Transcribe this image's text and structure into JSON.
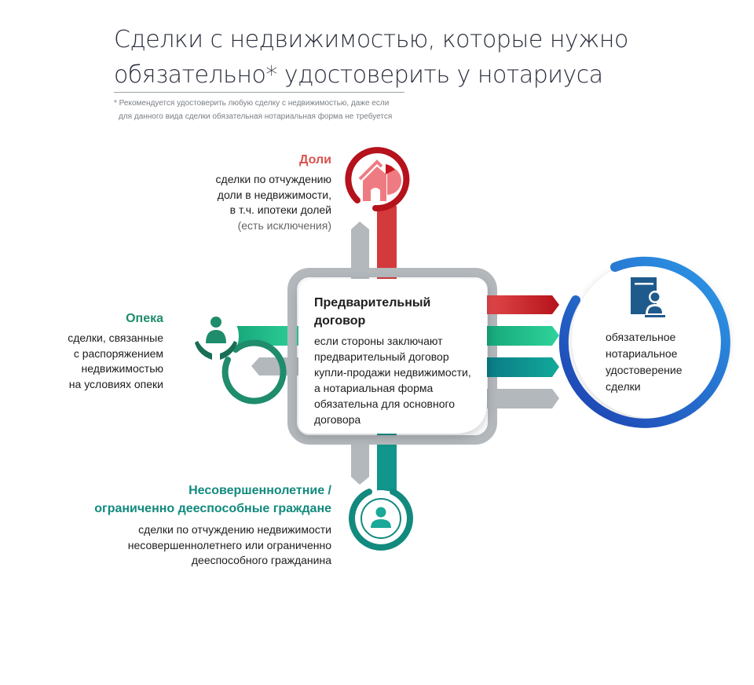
{
  "header": {
    "title_line1": "Сделки с недвижимостью, которые нужно",
    "title_line2": "обязательно* удостоверить у нотариуса",
    "footnote_line1": "* Рекомендуется удостоверить любую сделку с недвижимостью, даже если",
    "footnote_line2": "для данного вида сделки обязательная нотариальная форма не требуется"
  },
  "shares": {
    "title": "Доли",
    "lines": [
      "сделки по отчуждению",
      "доли в недвижимости,",
      "в т.ч. ипотеки долей"
    ],
    "note": "(есть исключения)",
    "icon": "house-pie-icon",
    "color": "#d9534f"
  },
  "guardianship": {
    "title": "Опека",
    "lines": [
      "сделки, связанные",
      "с распоряжением",
      "недвижимостью",
      "на условиях опеки"
    ],
    "icon": "hands-person-icon",
    "color": "#1f8c6c"
  },
  "minors": {
    "title_line1": "Несовершеннолетние /",
    "title_line2": "ограниченно дееспособные граждане",
    "lines": [
      "сделки по отчуждению недвижимости",
      "несовершеннолетнего или ограниченно",
      "дееспособного гражданина"
    ],
    "icon": "person-icon",
    "color": "#128a7e"
  },
  "preliminary": {
    "title_line1": "Предварительный",
    "title_line2": "договор",
    "lines": [
      "если стороны заключают",
      "предварительный договор",
      "купли-продажи недвижимости,",
      "а нотариальная форма",
      "обязательна для основного",
      "договора"
    ]
  },
  "result": {
    "lines": [
      "обязательное",
      "нотариальное",
      "удостоверение",
      "сделки"
    ],
    "icon": "document-stamp-icon",
    "color": "#1e6fd0"
  }
}
